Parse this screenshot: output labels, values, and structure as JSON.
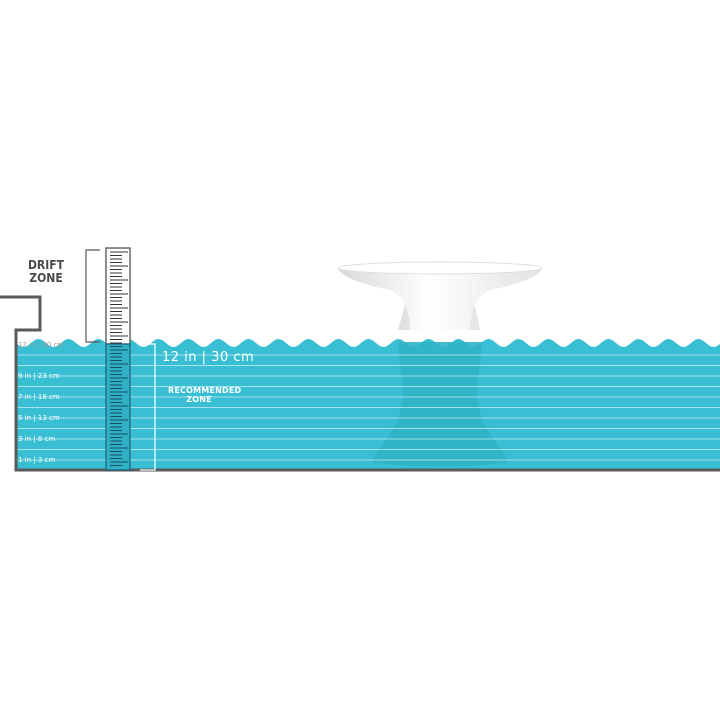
{
  "drift_zone": {
    "line1": "DRIFT",
    "line2": "ZONE"
  },
  "recommended_zone": {
    "line1": "RECOMMENDED",
    "line2": "ZONE"
  },
  "max_depth_label": "12 in | 30 cm",
  "depth_labels": [
    {
      "text": "12 in | 30 cm",
      "level": 12
    },
    {
      "text": "9 in | 23 cm",
      "level": 9
    },
    {
      "text": "7 in | 18 cm",
      "level": 7
    },
    {
      "text": "5 in | 13 cm",
      "level": 5
    },
    {
      "text": "3 in | 8 cm",
      "level": 3
    },
    {
      "text": "1 in | 3 cm",
      "level": 1
    }
  ],
  "colors": {
    "water": "#38bfd3",
    "wall": "#5a5a5a",
    "ruler": "#444444",
    "stand": "#f2f2f2"
  }
}
